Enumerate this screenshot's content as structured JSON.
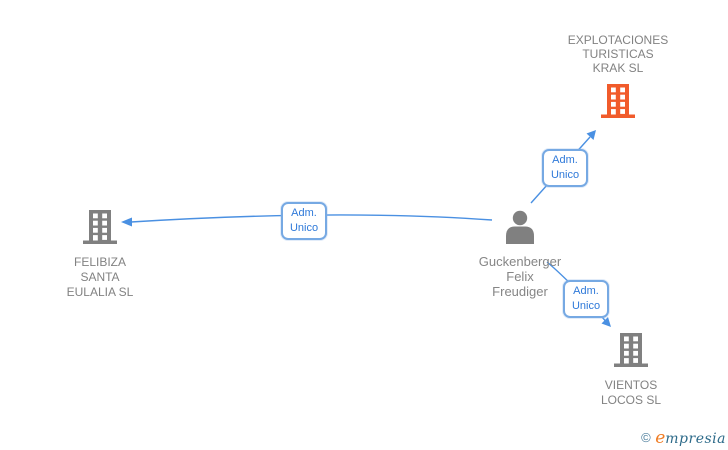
{
  "diagram": {
    "nodes": [
      {
        "id": "explotaciones-turisticas-krak-sl",
        "type": "company",
        "label": "EXPLOTACIONES\nTURISTICAS\nKRAK SL",
        "icon": "building-icon",
        "icon_color": "#F15B2B"
      },
      {
        "id": "felibiza-santa-eulalia-sl",
        "type": "company",
        "label": "FELIBIZA\nSANTA\nEULALIA SL",
        "icon": "building-icon",
        "icon_color": "#808080"
      },
      {
        "id": "guckenberger-felix-freudiger",
        "type": "person",
        "label": "Guckenberger\nFelix\nFreudiger",
        "icon": "person-icon",
        "icon_color": "#808080"
      },
      {
        "id": "vientos-locos-sl",
        "type": "company",
        "label": "VIENTOS\nLOCOS SL",
        "icon": "building-icon",
        "icon_color": "#808080"
      }
    ],
    "edges": [
      {
        "from": "guckenberger-felix-freudiger",
        "to": "felibiza-santa-eulalia-sl",
        "label": "Adm.\nUnico"
      },
      {
        "from": "guckenberger-felix-freudiger",
        "to": "explotaciones-turisticas-krak-sl",
        "label": "Adm.\nUnico"
      },
      {
        "from": "guckenberger-felix-freudiger",
        "to": "vientos-locos-sl",
        "label": "Adm.\nUnico"
      }
    ],
    "colors": {
      "edge_blue": "#4A90E2",
      "edge_label_border": "#76A9E3",
      "edge_label_text": "#2E79D9",
      "node_gray": "#808080",
      "highlight_orange": "#F15B2B",
      "background": "#FFFFFF"
    }
  },
  "watermark": {
    "copyright_symbol": "©",
    "brand_initial": "e",
    "brand_rest": "mpresia",
    "brand_initial_color": "#F07E26",
    "brand_text_color": "#2E6B8A"
  }
}
